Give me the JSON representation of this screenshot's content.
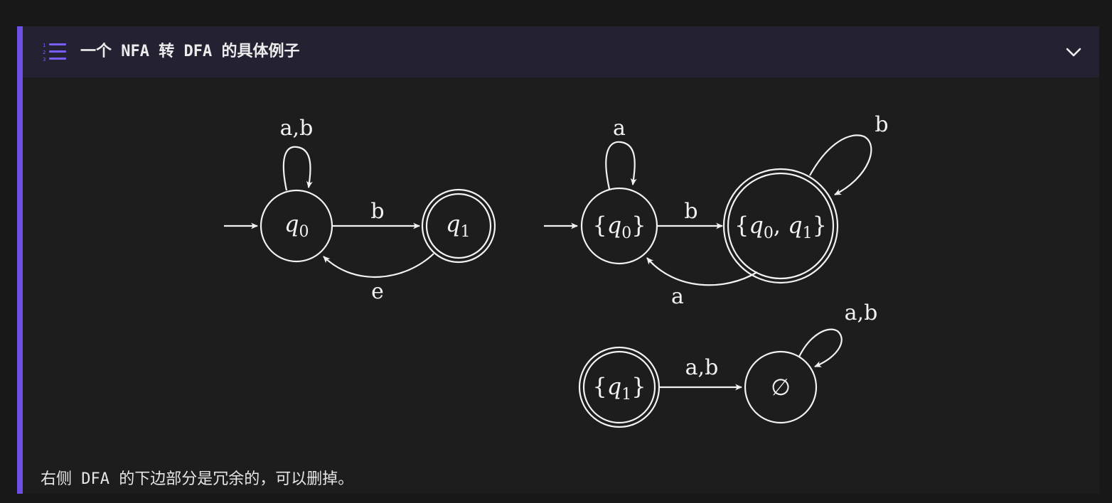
{
  "callout": {
    "title": "一个 NFA 转 DFA 的具体例子",
    "body_text": "右侧 DFA 的下边部分是冗余的，可以删掉。",
    "accent_color": "#6d4fe6",
    "header_bg": "#242133",
    "icon": "numbered-list-icon",
    "toggle_icon": "chevron-down-icon"
  },
  "nfa": {
    "states": [
      {
        "id": "q0",
        "label": "q",
        "sub": "0",
        "accepting": false,
        "start": true
      },
      {
        "id": "q1",
        "label": "q",
        "sub": "1",
        "accepting": true,
        "start": false
      }
    ],
    "transitions": [
      {
        "from": "q0",
        "to": "q0",
        "label": "a,b"
      },
      {
        "from": "q0",
        "to": "q1",
        "label": "b"
      },
      {
        "from": "q1",
        "to": "q0",
        "label": "e"
      }
    ]
  },
  "dfa": {
    "states": [
      {
        "id": "s_q0",
        "label": "{q0}",
        "accepting": false,
        "start": true
      },
      {
        "id": "s_q0q1",
        "label": "{q0, q1}",
        "accepting": true,
        "start": false
      },
      {
        "id": "s_q1",
        "label": "{q1}",
        "accepting": true,
        "start": false
      },
      {
        "id": "s_empty",
        "label": "∅",
        "accepting": false,
        "start": false
      }
    ],
    "transitions": [
      {
        "from": "s_q0",
        "to": "s_q0",
        "label": "a"
      },
      {
        "from": "s_q0",
        "to": "s_q0q1",
        "label": "b"
      },
      {
        "from": "s_q0q1",
        "to": "s_q0q1",
        "label": "b"
      },
      {
        "from": "s_q0q1",
        "to": "s_q0",
        "label": "a"
      },
      {
        "from": "s_q1",
        "to": "s_empty",
        "label": "a,b"
      },
      {
        "from": "s_empty",
        "to": "s_empty",
        "label": "a,b"
      }
    ]
  }
}
